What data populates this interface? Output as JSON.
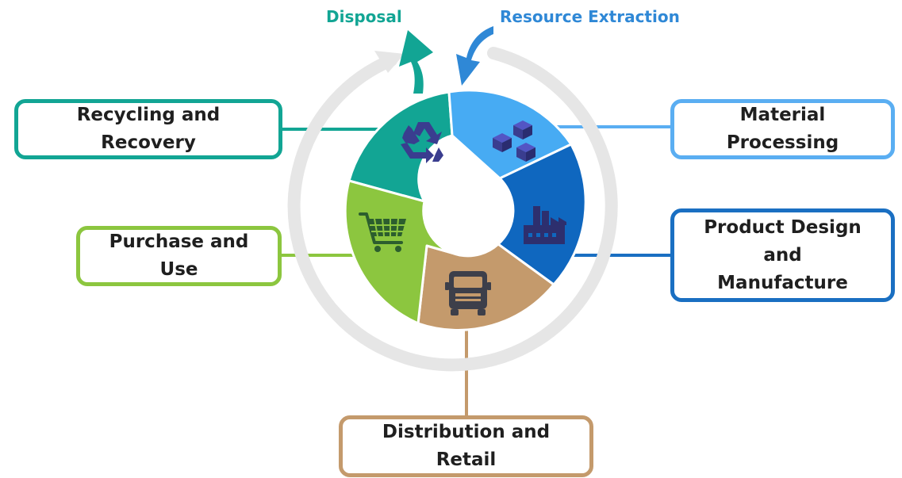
{
  "flows": {
    "disposal": "Disposal",
    "extraction": "Resource Extraction"
  },
  "stages": [
    {
      "label": "Recycling and Recovery",
      "color": "#12a594",
      "icon": "recycle-icon"
    },
    {
      "label": "Material Processing",
      "color": "#5aaef2",
      "icon": "cubes-icon"
    },
    {
      "label": "Product Design and\nManufacture",
      "color": "#1a6fc2",
      "icon": "factory-icon"
    },
    {
      "label": "Distribution and Retail",
      "color": "#c49a6c",
      "icon": "truck-icon"
    },
    {
      "label": "Purchase and Use",
      "color": "#8cc63f",
      "icon": "shopping-cart-icon"
    }
  ],
  "colors": {
    "cycle_ring": "#e6e6e6",
    "icon_fill": "#3a3d8f"
  }
}
